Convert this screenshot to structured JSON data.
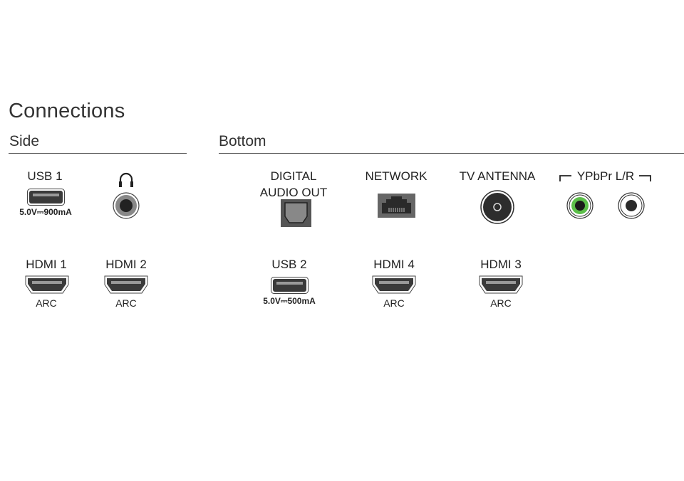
{
  "title": "Connections",
  "sections": {
    "side": "Side",
    "bottom": "Bottom"
  },
  "side": {
    "usb1": {
      "label": "USB 1",
      "spec": "5.0V⎓900mA"
    },
    "headphone": {
      "icon": "headphone-icon"
    },
    "hdmi1": {
      "label": "HDMI 1",
      "sub": "ARC"
    },
    "hdmi2": {
      "label": "HDMI 2",
      "sub": "ARC"
    }
  },
  "bottom": {
    "digital_audio": {
      "label_line1": "DIGITAL",
      "label_line2": "AUDIO OUT"
    },
    "network": {
      "label": "NETWORK"
    },
    "antenna": {
      "label": "TV ANTENNA"
    },
    "ypbpr": {
      "label": "YPbPr L/R"
    },
    "usb2": {
      "label": "USB 2",
      "spec": "5.0V⎓500mA"
    },
    "hdmi4": {
      "label": "HDMI 4",
      "sub": "ARC"
    },
    "hdmi3": {
      "label": "HDMI 3",
      "sub": "ARC"
    }
  },
  "colors": {
    "port_dark": "#3a3a3a",
    "port_gray": "#777777",
    "ypbpr_green": "#5cbf4a"
  }
}
